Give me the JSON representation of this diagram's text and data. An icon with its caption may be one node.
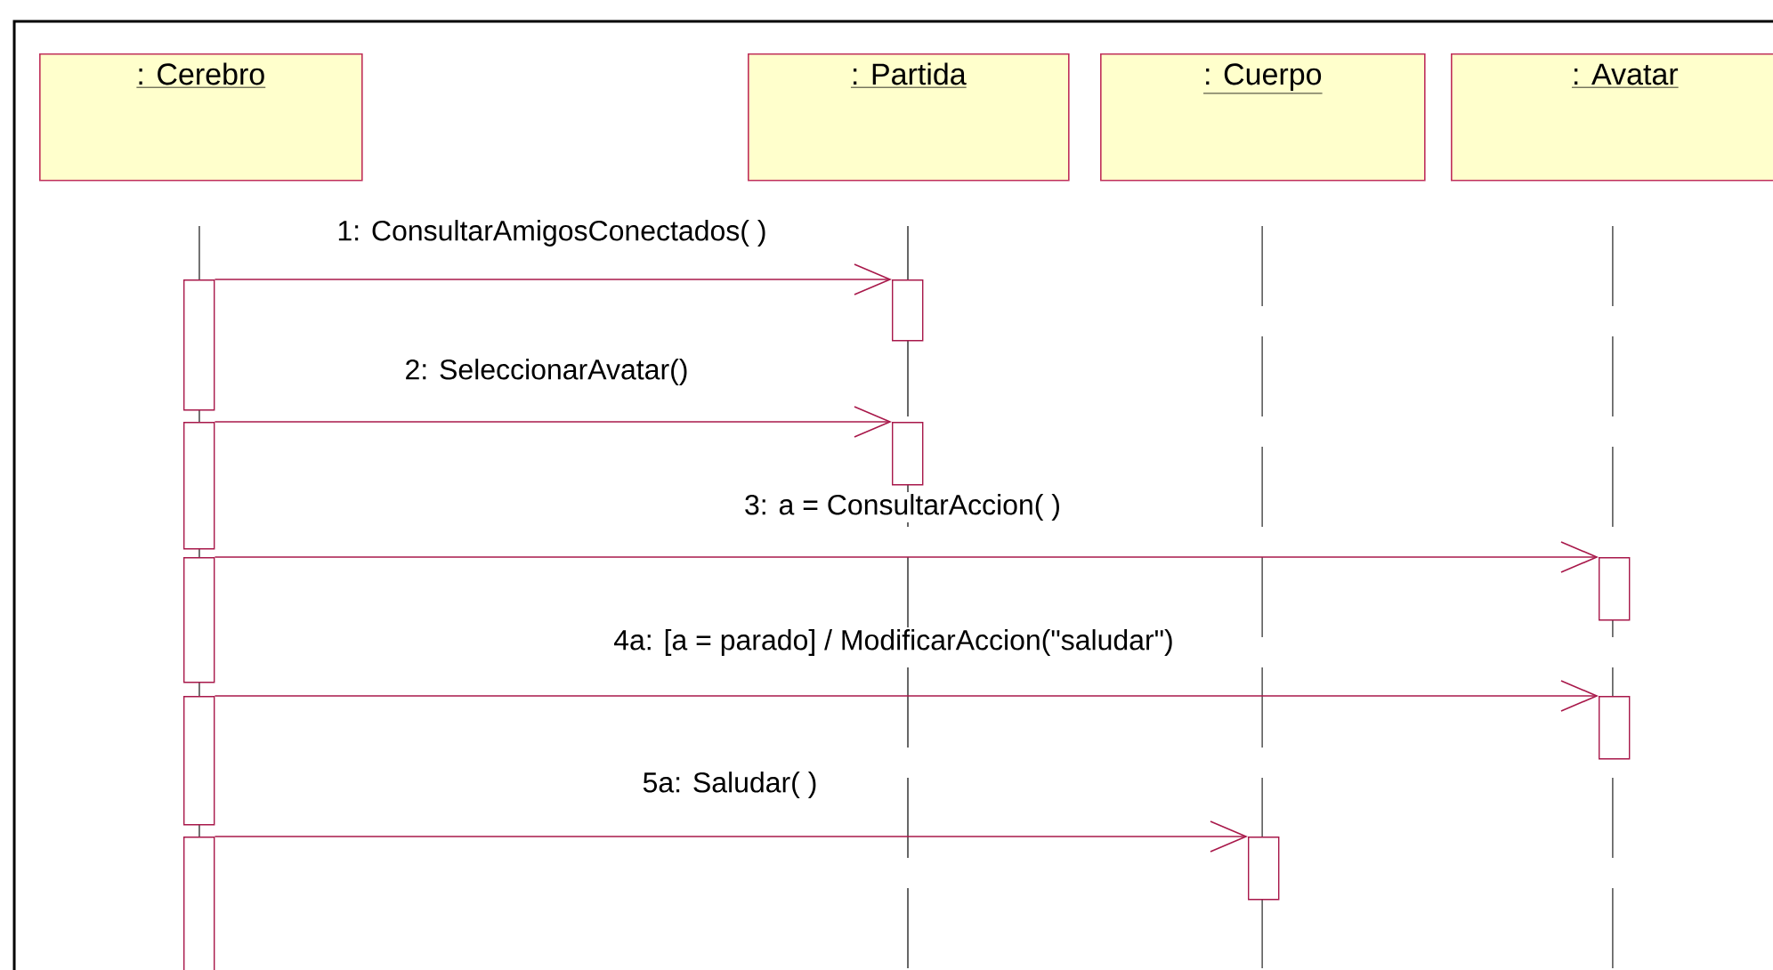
{
  "diagram": {
    "nodes": [
      {
        "text": [
          ": Cerebro"
        ]
      },
      {
        "text": [
          ": Partida"
        ]
      },
      {
        "text": [
          ": Cuerpo"
        ]
      },
      {
        "text": [
          ": Avatar"
        ]
      },
      {
        "text": [],
        "shape": "bar"
      },
      {
        "text": [],
        "shape": "bar"
      },
      {
        "text": [],
        "shape": "bar"
      },
      {
        "text": [],
        "shape": "bar"
      },
      {
        "text": [],
        "shape": "bar"
      },
      {
        "text": [],
        "shape": "bar"
      },
      {
        "text": [],
        "shape": "bar"
      },
      {
        "text": [],
        "shape": "bar"
      },
      {
        "text": [],
        "shape": "bar"
      },
      {
        "text": [],
        "shape": "bar"
      }
    ],
    "edges": [
      {
        "from": 4,
        "to": 9,
        "arrow": "to",
        "label": "1: ConsultarAmigosConectados( )"
      },
      {
        "from": 5,
        "to": 10,
        "arrow": "to",
        "label": "2: SeleccionarAvatar()"
      },
      {
        "from": 6,
        "to": 12,
        "arrow": "to",
        "label": "3: a = ConsultarAccion( )"
      },
      {
        "from": 7,
        "to": 13,
        "arrow": "to",
        "label": "4a: [a = parado] / ModificarAccion(\"saludar\")"
      },
      {
        "from": 8,
        "to": 11,
        "arrow": "to",
        "label": "5a: Saludar( )"
      }
    ]
  }
}
